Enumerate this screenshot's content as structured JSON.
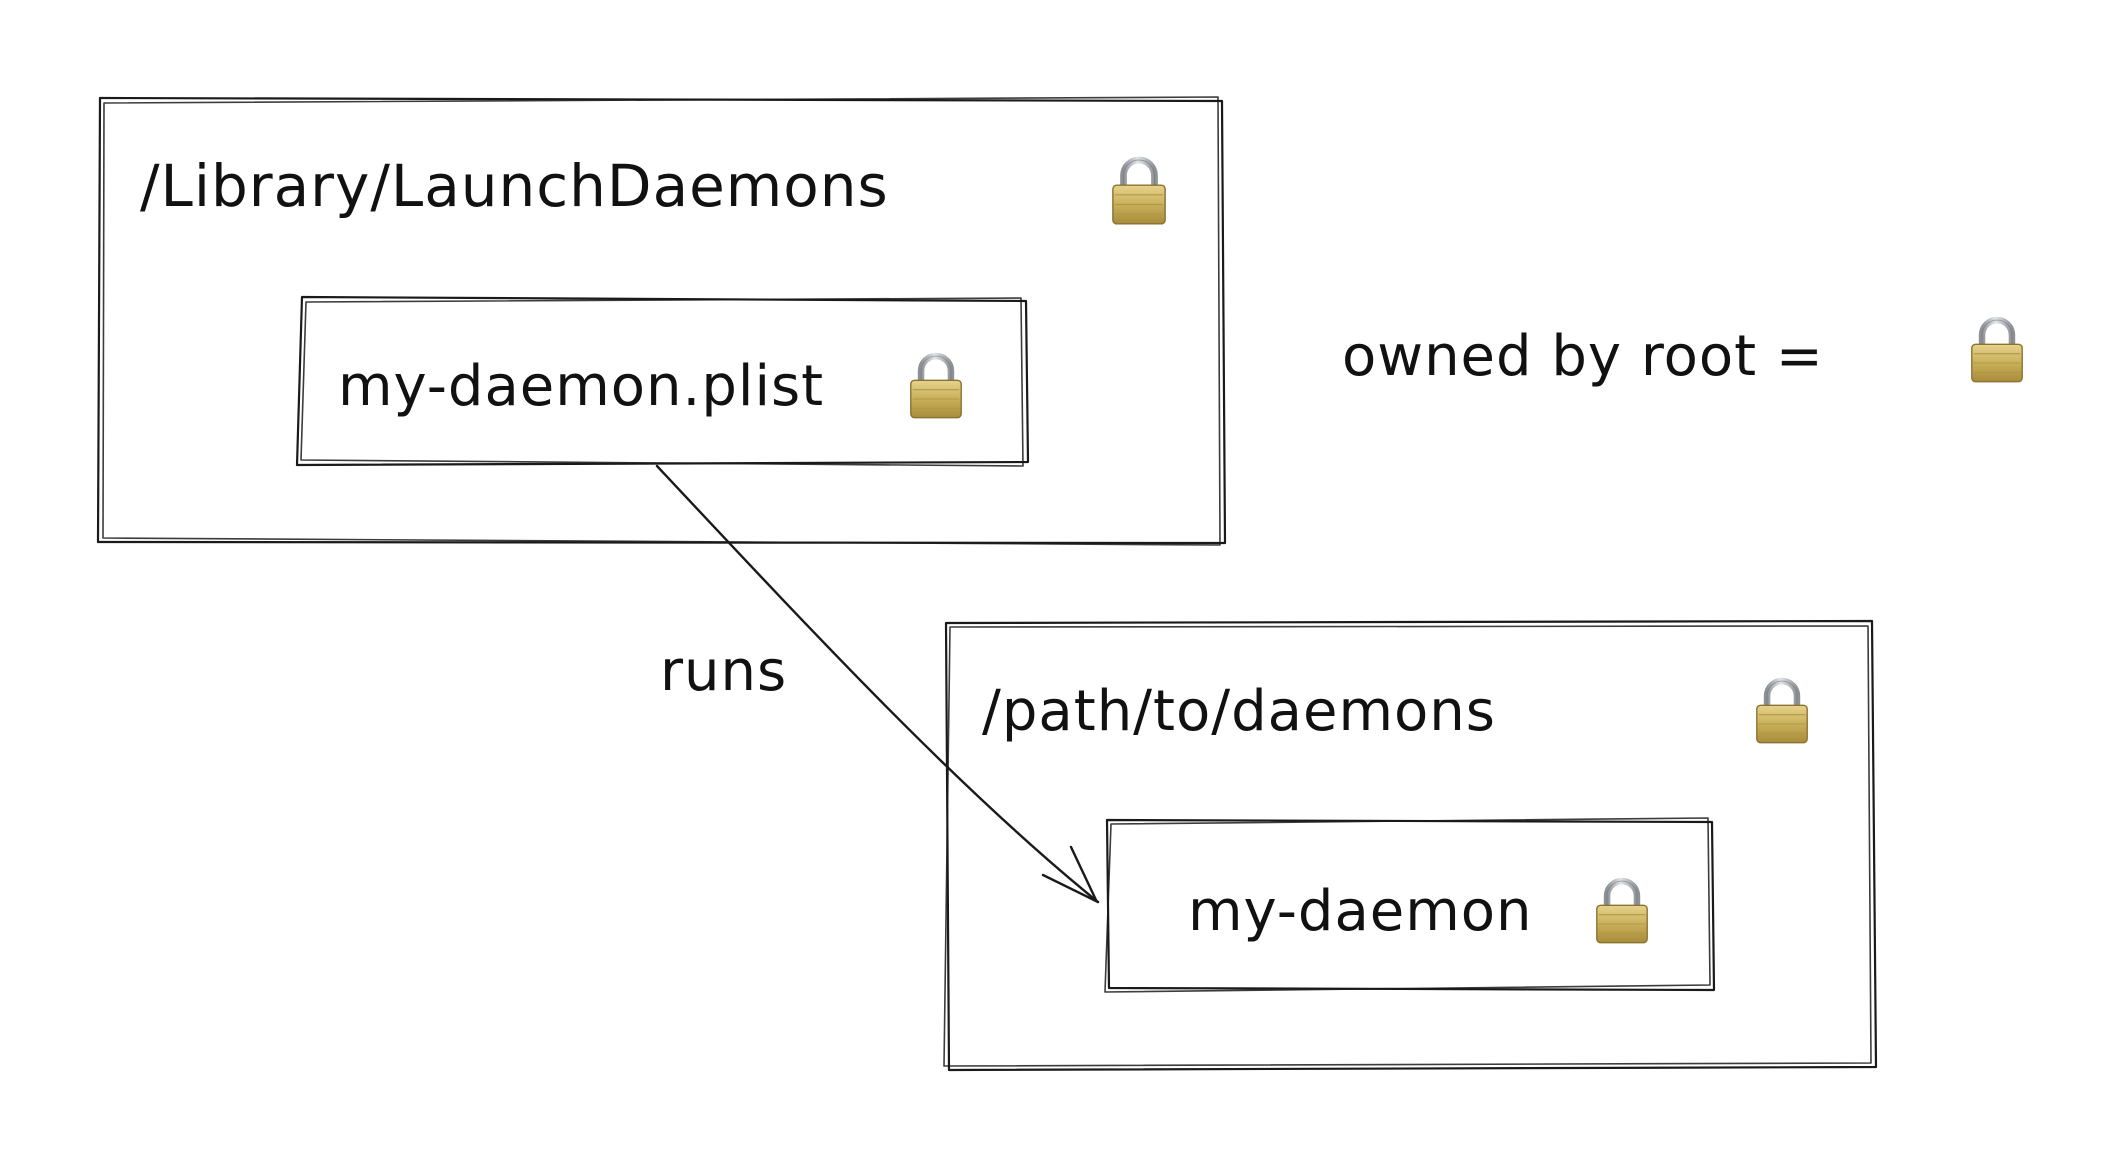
{
  "boxes": {
    "library_launch_daemons": {
      "label": "/Library/LaunchDaemons",
      "icon": "lock-icon"
    },
    "plist_file": {
      "label": "my-daemon.plist",
      "icon": "lock-icon"
    },
    "path_to_daemons": {
      "label": "/path/to/daemons",
      "icon": "lock-icon"
    },
    "daemon_binary": {
      "label": "my-daemon",
      "icon": "lock-icon"
    }
  },
  "arrow": {
    "label": "runs"
  },
  "legend": {
    "text": "owned by root =",
    "icon": "lock-icon"
  },
  "colors": {
    "ink": "#1a1a1a",
    "lock_body": "#c9b05a",
    "lock_shackle": "#a8acb0"
  }
}
